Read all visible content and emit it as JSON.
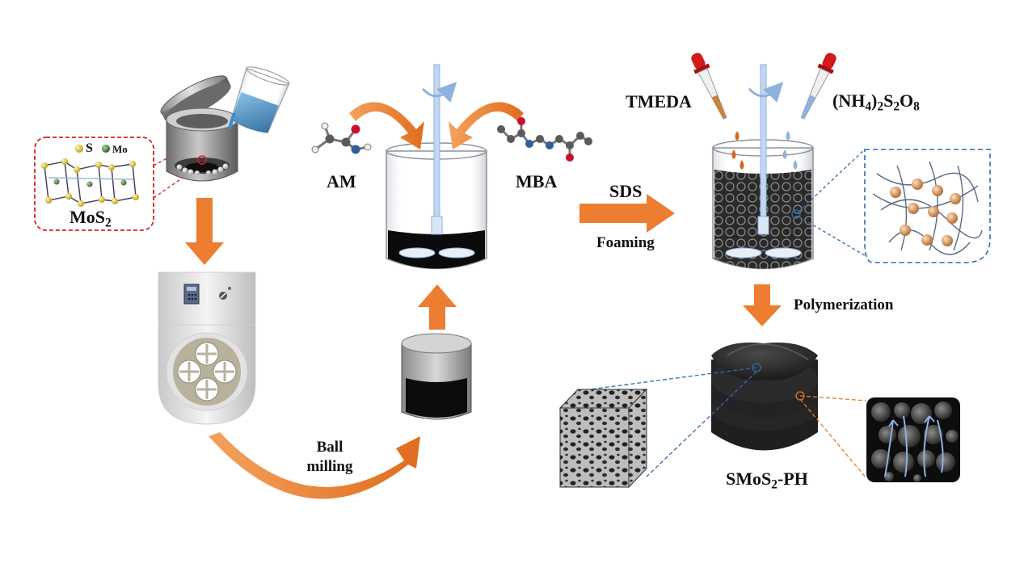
{
  "legend": {
    "s": "S",
    "mo": "Mo"
  },
  "mos2": {
    "base": "MoS",
    "sub": "2"
  },
  "labels": {
    "am": "AM",
    "mba": "MBA",
    "sds": "SDS",
    "foaming": "Foaming",
    "tmeda": "TMEDA",
    "polymerization": "Polymerization",
    "ball1": "Ball",
    "ball2": "milling"
  },
  "persulfate": {
    "p1": "(NH",
    "s1": "4",
    "p2": ")",
    "s2": "2",
    "p3": "S",
    "s3": "2",
    "p4": "O",
    "s4": "8"
  },
  "product": {
    "p1": "SMoS",
    "s1": "2",
    "p2": "-PH"
  },
  "colors": {
    "arrow": "#ed7d31",
    "dashed_red": "#d62020",
    "dashed_blue": "#2e6db0",
    "dashed_orange": "#e07b2a"
  }
}
